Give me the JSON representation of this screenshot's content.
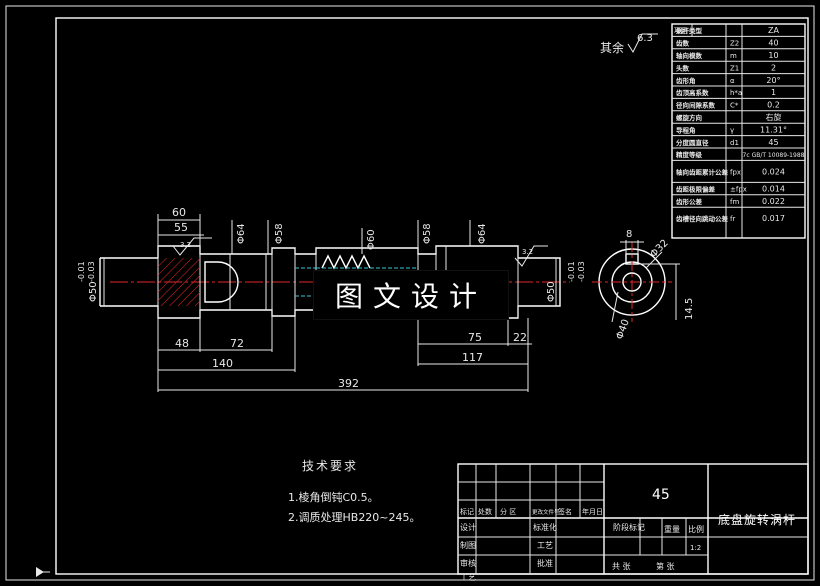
{
  "roughness_note": {
    "label": "其余",
    "value": "6.3"
  },
  "params": [
    {
      "name": "蜗杆类型",
      "symbol": "",
      "value": "ZA"
    },
    {
      "name": "齿数",
      "symbol": "Z2",
      "value": "40"
    },
    {
      "name": "轴向模数",
      "symbol": "m",
      "value": "10"
    },
    {
      "name": "头数",
      "symbol": "Z1",
      "value": "2"
    },
    {
      "name": "齿形角",
      "symbol": "α",
      "value": "20°"
    },
    {
      "name": "齿顶高系数",
      "symbol": "h*a",
      "value": "1"
    },
    {
      "name": "径向间隙系数",
      "symbol": "C*",
      "value": "0.2"
    },
    {
      "name": "螺旋方向",
      "symbol": "",
      "value": "右旋"
    },
    {
      "name": "导程角",
      "symbol": "γ",
      "value": "11.31°"
    },
    {
      "name": "分度圆直径",
      "symbol": "d1",
      "value": "45"
    },
    {
      "name": "精度等级",
      "symbol": "",
      "value": "7c GB/T 10089-1988"
    },
    {
      "name": "轴向齿距累计公差",
      "symbol": "fpxl",
      "value": "0.024"
    },
    {
      "name": "齿距极限偏差",
      "symbol": "±fpx",
      "value": "0.014"
    },
    {
      "name": "齿形公差",
      "symbol": "fm",
      "value": "0.022"
    },
    {
      "name": "齿槽径向跳动公差",
      "symbol": "fr",
      "value": "0.017"
    }
  ],
  "params_header_left": "项目",
  "dims": {
    "d60": "60",
    "d55": "55",
    "phi64a": "Φ64",
    "phi58a": "Φ58",
    "phi60": "Φ60",
    "phi58b": "Φ58",
    "phi64b": "Φ64",
    "tol_top": "-0.01",
    "tol_bot": "-0.03",
    "phi50": "Φ50",
    "d48": "48",
    "d72": "72",
    "d140": "140",
    "d392": "392",
    "d75": "75",
    "d22": "22",
    "d117": "117",
    "r32a": "3.2",
    "r32b": "3.2",
    "d8": "8",
    "phi32": "Φ32",
    "phi40": "Φ40",
    "d145": "14.5"
  },
  "watermark": "图文设计",
  "tech": {
    "title": "技术要求",
    "items": [
      "1.棱角倒钝C0.5。",
      "2.调质处理HB220~245。"
    ]
  },
  "title_block": {
    "material": "45",
    "part_name": "底盘旋转涡杆",
    "h1": [
      "标记",
      "处数",
      "分 区",
      "更改文件号",
      "签名",
      "年月日"
    ],
    "rows": [
      "设计",
      "制图",
      "审核",
      "工艺"
    ],
    "std": "标准化",
    "craft": "工艺",
    "approve": "批准",
    "stage": "阶段标记",
    "weight": "重量",
    "scale_label": "比例",
    "scale": "1:2",
    "sheets_total": "共 张",
    "sheet": "第 张"
  }
}
